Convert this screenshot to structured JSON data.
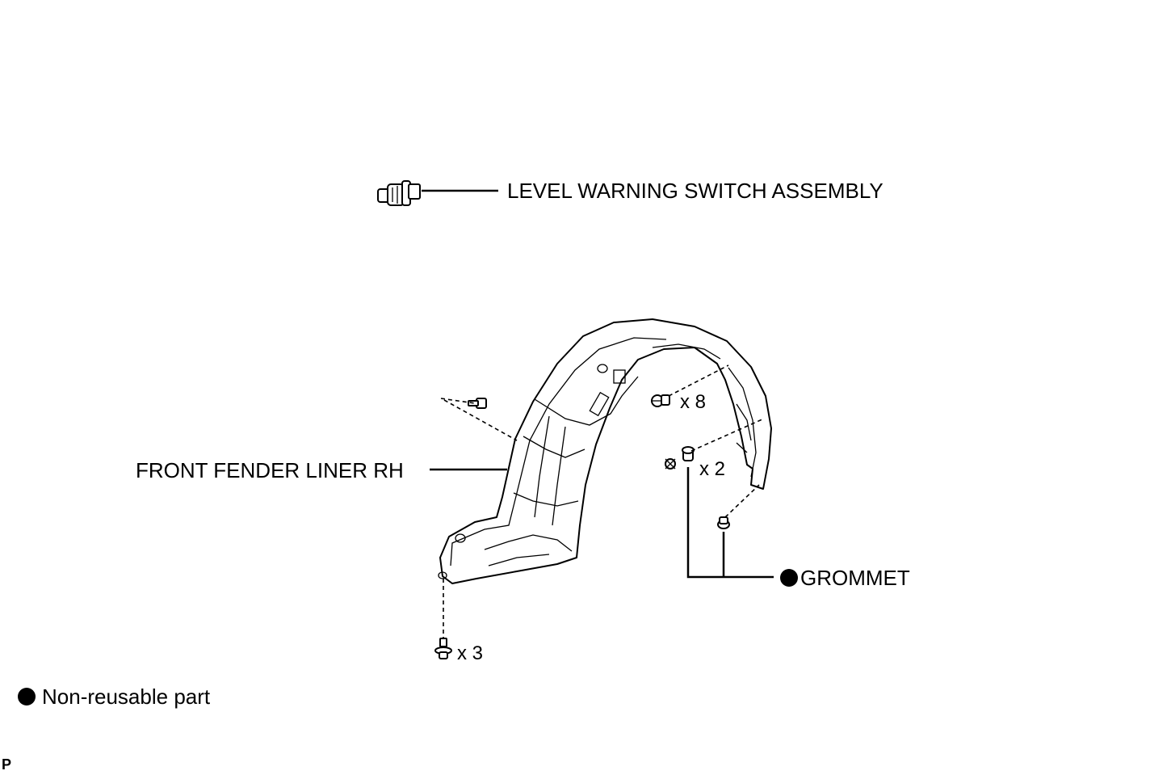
{
  "labels": {
    "level_warning_switch": "LEVEL WARNING SWITCH ASSEMBLY",
    "front_fender_liner": "FRONT FENDER LINER RH",
    "grommet": "GROMMET"
  },
  "quantities": {
    "clip_upper": "x 8",
    "clip_middle": "x 2",
    "bolt_bottom": "x 3"
  },
  "legend": {
    "non_reusable": "Non-reusable part"
  },
  "figure_code": "P",
  "colors": {
    "line": "#000000",
    "background": "#ffffff",
    "non_reusable_marker": "#000000"
  }
}
